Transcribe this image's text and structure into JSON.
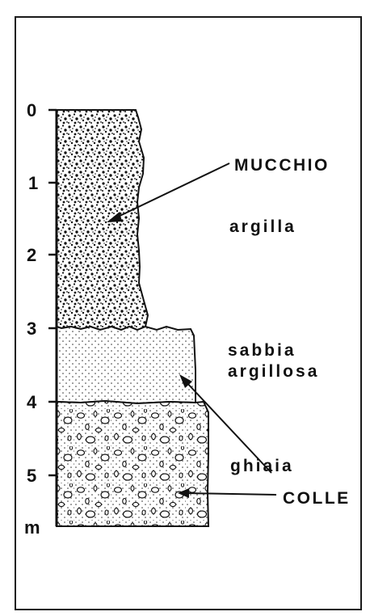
{
  "scale": {
    "labels": [
      "0",
      "1",
      "2",
      "3",
      "4",
      "5"
    ],
    "unit": "m"
  },
  "annotations": {
    "mucchio": "MUCCHIO",
    "colle": "COLLE"
  },
  "layers": {
    "argilla": "argilla",
    "sabbia_line1": "sabbia",
    "sabbia_line2": "argillosa",
    "ghiaia": "ghiaia"
  }
}
